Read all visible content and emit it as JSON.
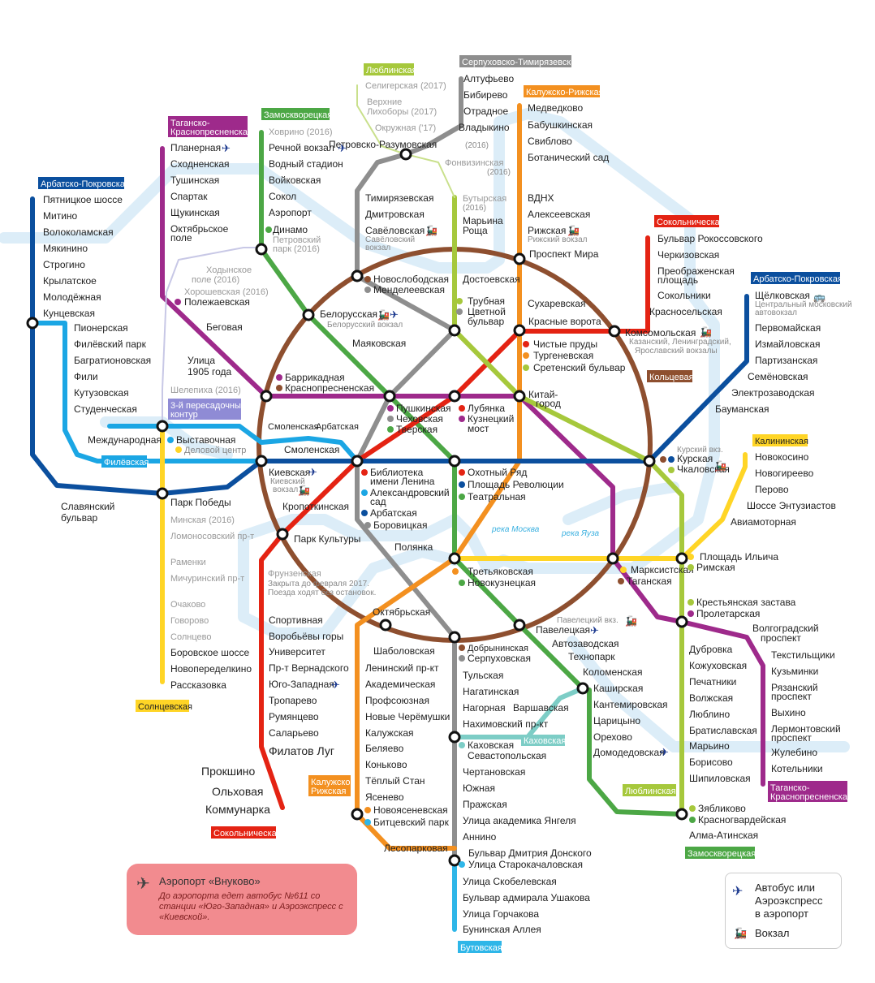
{
  "line_labels": {
    "lyublinskaya_top": "Люблинская",
    "serpukhovskaya_top": "Серпуховско-Тимирязевская",
    "kaluzhskaya_top": "Калужско-Рижская",
    "zamoskvoretskaya_top": "Замоскворецкая",
    "tagansko_top_1": "Таганско-",
    "tagansko_top_2": "Краснопресненская",
    "arbatsko_left": "Арбатско-Покровская",
    "sokolnicheskaya_top": "Сокольническая",
    "arbatsko_right": "Арбатско-Покровская",
    "koltsevaya": "Кольцевая",
    "kalininskaya": "Калининская",
    "filevskaya": "Филёвская",
    "contour_1": "3-й пересадочный",
    "contour_2": "контур",
    "solntsevskaya": "Солнцевская",
    "kaluzhskaya_bottom_1": "Калужско-",
    "kaluzhskaya_bottom_2": "Рижская",
    "sokolnicheskaya_bottom": "Сокольническая",
    "kakhovskaya": "Каховская",
    "lyublinskaya_bottom": "Люблинская",
    "zamoskvoretskaya_bottom": "Замоскворецкая",
    "tagansko_bottom_1": "Таганско-",
    "tagansko_bottom_2": "Краснопресненская",
    "butovskaya": "Бутовская"
  },
  "rivers": {
    "moskva": "река Москва",
    "yauza": "река Яуза"
  },
  "stations": {
    "altufyevo": "Алтуфьево",
    "bibirevo": "Бибирево",
    "otradnoe": "Отрадное",
    "vladykino": "Владыкино",
    "seligerskaya": "Селигерская (2017)",
    "verkhnie_1": "Верхние",
    "verkhnie_2": "Лихоборы (2017)",
    "okruzhnaya": "Окружная ('17)",
    "petrovsko": "Петровско-Разумовская",
    "petrovsko_year": "(2016)",
    "fonvizinskaya": "Фонвизинская",
    "fonvizinskaya_year": "(2016)",
    "medvedkovo": "Медведково",
    "babushkinskaya": "Бабушкинская",
    "sviblovo": "Свиблово",
    "botanical": "Ботанический сад",
    "vdnh": "ВДНХ",
    "alekseevskaya": "Алексеевская",
    "rizhskaya": "Рижская",
    "rizhsky_vokzal": "Рижский вокзал",
    "prospekt_mira": "Проспект Мира",
    "sukharevskaya": "Сухаревская",
    "krasnye_vorota": "Красные ворота",
    "chistye_prudy": "Чистые пруды",
    "turgenevskaya": "Тургеневская",
    "sretensky": "Сретенский бульвар",
    "kitay_1": "Китай-",
    "kitay_2": "город",
    "khovrino": "Ховрино (2016)",
    "rechnoy": "Речной вокзал",
    "vodny": "Водный стадион",
    "voykovskaya": "Войковская",
    "sokol": "Сокол",
    "aeroport": "Аэропорт",
    "dinamo": "Динамо",
    "petrovsky_park_1": "Петровский",
    "petrovsky_park_2": "парк (2016)",
    "timiryazevskaya": "Тимирязевская",
    "dmitrovskaya": "Дмитровская",
    "savelovskaya": "Савёловская",
    "savelovsky_vokzal_1": "Савёловский",
    "savelovsky_vokzal_2": "вокзал",
    "butyrskaya": "Бутырская",
    "butyrskaya_year": "(2016)",
    "maryina_roshcha_1": "Марьина",
    "maryina_roshcha_2": "Роща",
    "dostoevskaya": "Достоевская",
    "trubnaya": "Трубная",
    "tsvetnoy_1": "Цветной",
    "tsvetnoy_2": "бульвар",
    "novoslobodskaya": "Новослободская",
    "mendeleevskaya": "Менделеевская",
    "belorusskaya": "Белорусская",
    "belorussky_vokzal": "Белорусский вокзал",
    "mayakovskaya": "Маяковская",
    "planernaya": "Планерная",
    "skhodnenskaya": "Сходненская",
    "tushinskaya": "Тушинская",
    "spartak": "Спартак",
    "shchukinskaya": "Щукинская",
    "oktyabrskoe_1": "Октябрьское",
    "oktyabrskoe_2": "поле",
    "khodynskoe_1": "Ходынское",
    "khodynskoe_2": "поле (2016)",
    "khoroshevskaya": "Хорошевская (2016)",
    "polezhaevskaya": "Полежаевская",
    "begovaya": "Беговая",
    "ulitsa1905_1": "Улица",
    "ulitsa1905_2": "1905 года",
    "barrikadnaya": "Баррикадная",
    "krasnopresnenskaya": "Краснопресненская",
    "shelepikha": "Шелепиха (2016)",
    "pyatnitskoe": "Пятницкое шоссе",
    "mitino": "Митино",
    "volokolamskaya": "Волоколамская",
    "myakinino": "Мякинино",
    "strogino": "Строгино",
    "krylatskoe": "Крылатское",
    "molodezhnaya": "Молодёжная",
    "kuntsevskaya": "Кунцевская",
    "pionerskaya": "Пионерская",
    "filevsky_park": "Филёвский парк",
    "bagrationovskaya": "Багратионовская",
    "fili": "Фили",
    "kutuzovskaya": "Кутузовская",
    "studencheskaya": "Студенческая",
    "mezhdunarodnaya": "Международная",
    "vystavochnaya": "Выставочная",
    "delovoy": "Деловой центр",
    "smolenskaya_blue": "Смоленская",
    "arbatskaya_blue": "Арбатская",
    "smolenskaya": "Смоленская",
    "kievskaya": "Киевская",
    "kievsky_vokzal_1": "Киевский",
    "kievsky_vokzal_2": "вокзал",
    "slavyansky_1": "Славянский",
    "slavyansky_2": "бульвар",
    "park_pobedy": "Парк Победы",
    "minskaya": "Минская (2016)",
    "lomonosovsky": "Ломоносовский пр-т",
    "ramenki": "Раменки",
    "michurinsky": "Мичуринский пр-т",
    "ochakovo": "Очаково",
    "govorovo": "Говорово",
    "solntsevo": "Солнцево",
    "borovskoe": "Боровское шоссе",
    "novoperedelkino": "Новопеределкино",
    "rasskazovka": "Рассказовка",
    "pushkinskaya": "Пушкинская",
    "chekhovskaya": "Чеховская",
    "tverskaya": "Тверская",
    "lubyanka": "Лубянка",
    "kuznetsky_1": "Кузнецкий",
    "kuznetsky_2": "мост",
    "biblioteka_1": "Библиотека",
    "biblioteka_2": "имени Ленина",
    "aleksandrovsky_1": "Александровский",
    "aleksandrovsky_2": "сад",
    "arbatskaya": "Арбатская",
    "borovitskaya": "Боровицкая",
    "okhotny": "Охотный Ряд",
    "ploshchad_rev": "Площадь Революции",
    "teatralnaya": "Театральная",
    "kropotkinskaya": "Кропоткинская",
    "park_kultury": "Парк Культуры",
    "frunzenskaya": "Фрунзенская",
    "frunzenskaya_note_1": "Закрыта до февраля 2017.",
    "frunzenskaya_note_2": "Поезда ходят без остановок.",
    "polyanka": "Полянка",
    "sportivnaya": "Спортивная",
    "vorobyovy": "Воробьёвы горы",
    "universitet": "Университет",
    "vernadskogo": "Пр-т Вернадского",
    "yugo_zapadnaya": "Юго-Западная",
    "troparevo": "Тропарево",
    "rumyantsevo": "Румянцево",
    "salaryevo": "Саларьево",
    "filatov": "Филатов Луг",
    "prokshino": "Прокшино",
    "olkhovaya": "Ольховая",
    "kommunarka": "Коммунарка",
    "oktyabrskaya": "Октябрьская",
    "shabolovskaya": "Шаболовская",
    "leninsky": "Ленинский пр-кт",
    "akademicheskaya": "Академическая",
    "profsoyuznaya": "Профсоюзная",
    "novye_cheryomushki": "Новые Черёмушки",
    "kaluzhskaya": "Калужская",
    "belyaevo": "Беляево",
    "konkovo": "Коньково",
    "teply_stan": "Тёплый Стан",
    "yasenevo": "Ясенево",
    "novoyasenevskaya": "Новоясеневская",
    "bitsevsky": "Битцевский парк",
    "lesoparkovaya": "Лесопарковая",
    "tretyakovskaya": "Третьяковская",
    "novokuznetskaya": "Новокузнецкая",
    "dobryninskaya": "Добрынинская",
    "serpukhovskaya": "Серпуховская",
    "tulskaya": "Тульская",
    "nagatinskaya": "Нагатинская",
    "nagornaya": "Нагорная",
    "nakhimovsky": "Нахимовский пр-кт",
    "varshavskaya": "Варшавская",
    "kakhovskaya_st": "Каховская",
    "sevastopolskaya": "Севастопольская",
    "chertanovskaya": "Чертановская",
    "yuzhnaya": "Южная",
    "prazhskaya": "Пражская",
    "yangelya": "Улица академика Янгеля",
    "annino": "Аннино",
    "donskogo": "Бульвар Дмитрия Донского",
    "starokachalovskaya": "Улица Старокачаловская",
    "skobelevskaya": "Улица Скобелевская",
    "ushakova": "Бульвар адмирала Ушакова",
    "gorchakova": "Улица Горчакова",
    "buninskaya": "Бунинская Аллея",
    "paveletskaya": "Павелецкая",
    "paveletsky_vokzal": "Павелецкий вкз.",
    "avtozavodskaya": "Автозаводская",
    "tekhnopark": "Технопарк",
    "kolomenskaya": "Коломенская",
    "kashirskaya": "Каширская",
    "kantemirovskaya": "Кантемировская",
    "tsaritsyno": "Царицыно",
    "orekhovo": "Орехово",
    "domodedovskaya": "Домодедовская",
    "marksistskaya": "Марксистская",
    "taganskaya": "Таганская",
    "ploshchad_ilyicha": "Площадь Ильича",
    "rimskaya": "Римская",
    "krestyanskaya": "Крестьянская застава",
    "proletarskaya": "Пролетарская",
    "dubrovka": "Дубровка",
    "kozhukhovskaya": "Кожуховская",
    "pechatniki": "Печатники",
    "volzhskaya": "Волжская",
    "lyublino": "Люблино",
    "bratislavskaya": "Братиславская",
    "maryino": "Марьино",
    "borisovo": "Борисово",
    "shipilovskaya": "Шипиловская",
    "zyablikovo": "Зябликово",
    "krasnogvardeyskaya": "Красногвардейская",
    "alma_atinskaya": "Алма-Атинская",
    "volgogradsky_1": "Волгоградский",
    "volgogradsky_2": "проспект",
    "tekstilshchiki": "Текстильщики",
    "kuzminki": "Кузьминки",
    "ryazansky_1": "Рязанский",
    "ryazansky_2": "проспект",
    "vykhino": "Выхино",
    "lermontovsky_1": "Лермонтовский",
    "lermontovsky_2": "проспект",
    "zhulebino": "Жулебино",
    "kotelniki": "Котельники",
    "kurskaya": "Курская",
    "kursky_vokzal": "Курский вкз.",
    "chkalovskaya": "Чкаловская",
    "novokosino": "Новокосино",
    "novogireevo": "Новогиреево",
    "perovo": "Перово",
    "entuziastov": "Шоссе Энтузиастов",
    "aviamotornaya": "Авиамоторная",
    "bulvar_rokossovskogo": "Бульвар Рокоссовского",
    "cherkizovskaya": "Черкизовская",
    "preobrazhenskaya_1": "Преображенская",
    "preobrazhenskaya_2": "площадь",
    "sokolniki": "Сокольники",
    "krasnoselskaya": "Красносельская",
    "komsomolskaya": "Комсомольская",
    "komsomolskaya_note_1": "Казанский, Ленинградский,",
    "komsomolskaya_note_2": "Ярославский вокзалы",
    "shchelkovskaya": "Щёлковская",
    "shchelkovsky_1": "Центральный московский",
    "shchelkovsky_2": "автовокзал",
    "pervomayskaya": "Первомайская",
    "izmaylovskaya": "Измайловская",
    "partizanskaya": "Партизанская",
    "semenovskaya": "Семёновская",
    "elektrozavodskaya": "Электрозаводская",
    "baumanskaya": "Бауманская"
  },
  "airport_info": {
    "title": "Аэропорт «Внуково»",
    "text": "До аэропорта едет автобус №611 со станции «Юго-Западная» и Аэроэкспресс с «Киевской».",
    "icon": "plane-icon"
  },
  "legend": {
    "bus_1": "Автобус или",
    "bus_2": "Аэроэкспресс",
    "bus_3": "в аэропорт",
    "vokzal": "Вокзал"
  },
  "colors": {
    "sokolnicheskaya": "#e42313",
    "zamoskvoretskaya": "#4ca745",
    "arbatsko": "#0b4f9e",
    "filevskaya": "#1ba6e4",
    "koltsevaya": "#8e4f2f",
    "kaluzhskaya": "#f39020",
    "tagansko": "#9e2a8b",
    "kalininskaya": "#ffd526",
    "serpukhovskaya": "#8e8e8e",
    "lyublinskaya": "#a6c83c",
    "kakhovskaya": "#7dcdc6",
    "butovskaya": "#2eb6e8",
    "contour": "#8f8bd5",
    "river": "#ddeef8"
  }
}
